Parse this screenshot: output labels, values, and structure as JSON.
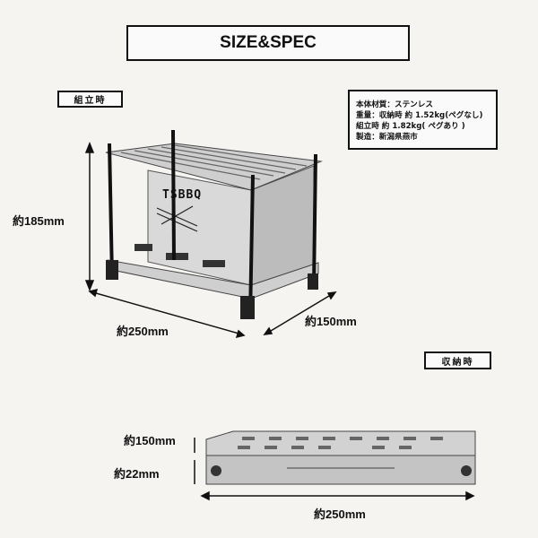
{
  "title": "SIZE&SPEC",
  "assembled": {
    "label": "組立時",
    "height": "約185mm",
    "width": "約250mm",
    "depth": "約150mm",
    "brand_mark": "TSBBQ"
  },
  "stored": {
    "label": "収納時",
    "depth": "約150mm",
    "height": "約22mm",
    "width": "約250mm"
  },
  "spec": {
    "lines": [
      "本体材質：ステンレス",
      "重量：収納時 約 1.52kg(ペグなし)",
      "組立時 約 1.82kg( ペグあり )",
      "製造：新潟県燕市"
    ]
  }
}
